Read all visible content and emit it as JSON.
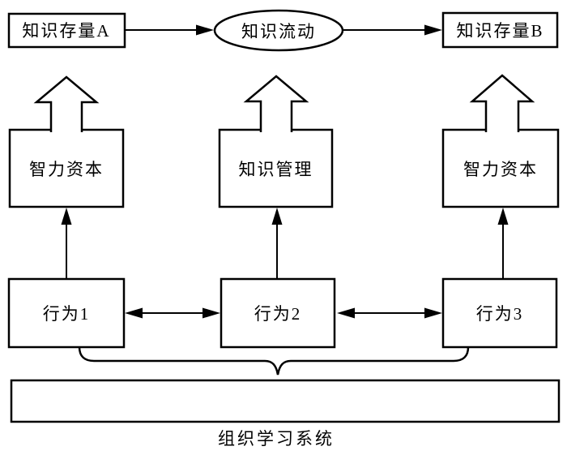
{
  "diagram": {
    "top_row": {
      "stock_a": "知识存量A",
      "flow": "知识流动",
      "stock_b": "知识存量B"
    },
    "capital_row": {
      "left": "智力资本",
      "center": "知识管理",
      "right": "智力资本"
    },
    "behavior_row": {
      "left": "行为1",
      "center": "行为2",
      "right": "行为3"
    },
    "bottom": {
      "system_label": "组织学习系统"
    },
    "colors": {
      "line": "#000000",
      "fill": "#ffffff",
      "background": "#ffffff"
    }
  }
}
